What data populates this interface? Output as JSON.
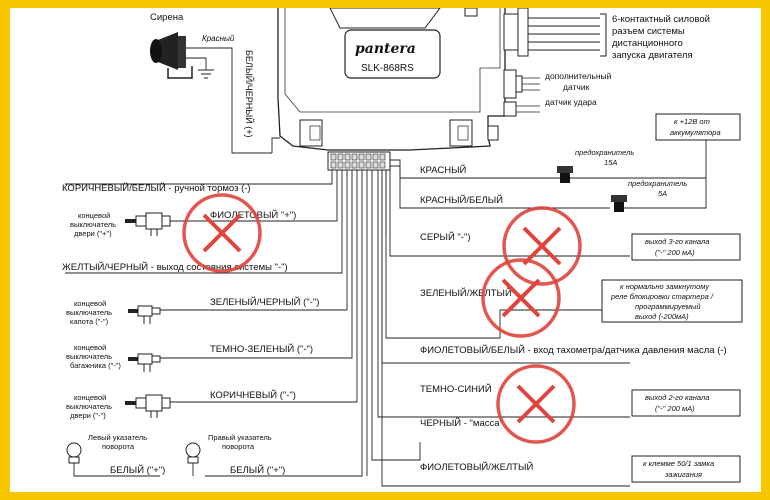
{
  "unit": {
    "brand": "pantera",
    "model": "SLK-868RS"
  },
  "siren": {
    "title": "Сирена",
    "wire": "Красный"
  },
  "labels": {
    "white_black_plus": "БЕЛЫЙ/ЧЕРНЫЙ (+)",
    "six_pin_1": "6-контактный силовой",
    "six_pin_2": "разъем системы",
    "six_pin_3": "дистанционного",
    "six_pin_4": "запуска двигателя",
    "extra_sensor_1": "дополнительный",
    "extra_sensor_2": "датчик",
    "shock_sensor": "датчик удара",
    "acc_1": "к +12В от",
    "acc_2": "аккумулятора",
    "fuse15_1": "предохранитель",
    "fuse15_2": "15А",
    "fuse5_1": "предохранитель",
    "fuse5_2": "5А",
    "red": "КРАСНЫЙ",
    "red_white": "КРАСНЫЙ/БЕЛЫЙ",
    "brown_white": "КОРИЧНЕВЫЙ/БЕЛЫЙ - ручной тормоз (-)",
    "door1_1": "концевой",
    "door1_2": "выключатель",
    "door1_3": "двери (\"+\")",
    "violet": "ФИОЛЕТОВЫЙ \"+\")",
    "yellow_black": "ЖЕЛТЫЙ/ЧЕРНЫЙ - выход состояния системы  \"-\")",
    "gray": "СЕРЫЙ  \"-\")",
    "ch3_1": "выход 3-го канала",
    "ch3_2": "(\"-\" 200 мА)",
    "green_black": "ЗЕЛЕНЫЙ/ЧЕРНЫЙ (\"-\")",
    "hood_1": "концевой",
    "hood_2": "выключатель",
    "hood_3": "капота (\"-\")",
    "green_yellow": "ЗЕЛЕНЫЙ/ЖЕЛТЫЙ",
    "relay_1": "к нормально замкнутому",
    "relay_2": "реле блокировки стартера /",
    "relay_3": "программируемый",
    "relay_4": "выход (-200мА)",
    "dark_green": "ТЕМНО-ЗЕЛЕНЫЙ (\"-\")",
    "trunk_1": "концевой",
    "trunk_2": "выключатель",
    "trunk_3": "багажника (\"-\")",
    "violet_white": "ФИОЛЕТОВЫЙ/БЕЛЫЙ - вход тахометра/датчика давления масла (-)",
    "brown": "КОРИЧНЕВЫЙ (\"-\")",
    "door2_1": "концевой",
    "door2_2": "выключатель",
    "door2_3": "двери (\"-\")",
    "dark_blue": "ТЕМНО-СИНИЙ",
    "ch2_1": "выход 2-го канала",
    "ch2_2": "(\"-\" 200 мА)",
    "black": "ЧЕРНЫЙ - \"масса\"",
    "left_ind_1": "Левый указатель",
    "left_ind_2": "поворота",
    "right_ind_1": "Правый указатель",
    "right_ind_2": "поворота",
    "white_1": "БЕЛЫЙ (\"+\")",
    "white_2": "БЕЛЫЙ (\"+\")",
    "violet_yellow": "ФИОЛЕТОВЫЙ/ЖЕЛТЫЙ",
    "ign_1": "к клемме 50/1 замка",
    "ign_2": "зажигания"
  },
  "colors": {
    "frame": "#f7c600",
    "cross": "#e0443c",
    "wire": "#222222"
  }
}
